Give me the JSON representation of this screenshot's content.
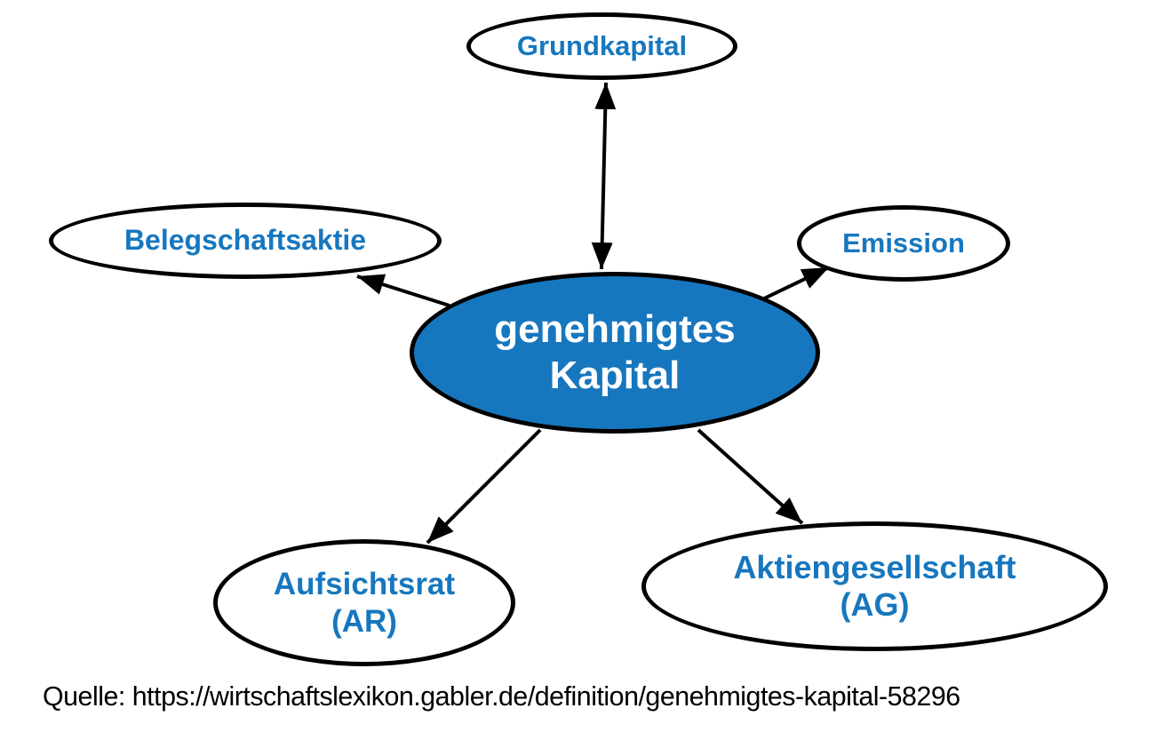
{
  "diagram": {
    "type": "mindmap",
    "nodes": {
      "center": {
        "line1": "genehmigtes",
        "line2": "Kapital"
      },
      "grundkapital": {
        "label": "Grundkapital"
      },
      "belegschaftsaktie": {
        "label": "Belegschaftsaktie"
      },
      "emission": {
        "label": "Emission"
      },
      "aufsichtsrat": {
        "line1": "Aufsichtsrat",
        "line2": "(AR)"
      },
      "aktiengesellschaft": {
        "line1": "Aktiengesellschaft",
        "line2": "(AG)"
      }
    },
    "edges": [
      {
        "from": "genehmigtes Kapital",
        "to": "Grundkapital",
        "style": "bidirectional-arrow"
      },
      {
        "from": "genehmigtes Kapital",
        "to": "Belegschaftsaktie",
        "style": "arrow"
      },
      {
        "from": "genehmigtes Kapital",
        "to": "Emission",
        "style": "arrow"
      },
      {
        "from": "genehmigtes Kapital",
        "to": "Aufsichtsrat (AR)",
        "style": "arrow"
      },
      {
        "from": "genehmigtes Kapital",
        "to": "Aktiengesellschaft (AG)",
        "style": "arrow"
      }
    ],
    "source_line": "Quelle: https://wirtschaftslexikon.gabler.de/definition/genehmigtes-kapital-58296",
    "colors": {
      "accent": "#1777BE",
      "outline": "#000000",
      "center_text": "#FFFFFF",
      "bg": "#FFFFFF"
    }
  }
}
